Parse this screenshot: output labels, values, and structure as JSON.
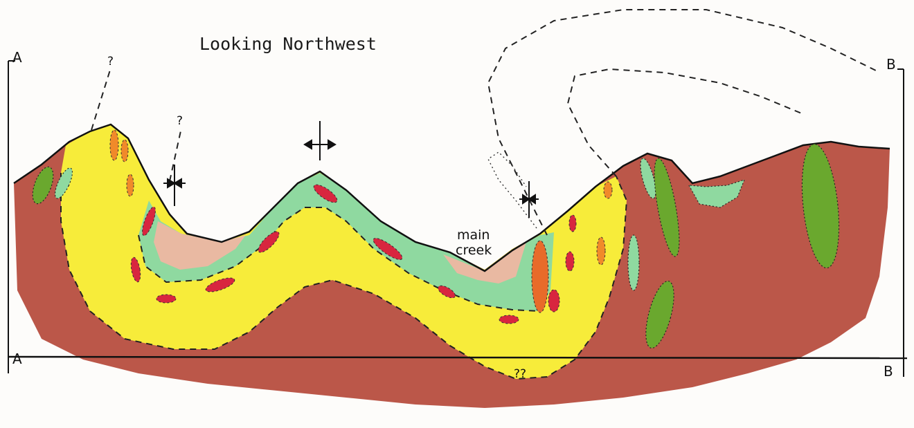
{
  "title": "Looking Northwest",
  "section_labels": {
    "top_left": "A",
    "bottom_left": "A",
    "top_right": "B",
    "bottom_right": "B"
  },
  "annotations": {
    "main_creek": [
      "main",
      "creek"
    ],
    "fault_query_left": "?",
    "fault_query_center": "?",
    "base_query": "??"
  },
  "colors": {
    "basement": "#b5493a",
    "yellow_unit": "#f7ec3a",
    "green_unit": "#8fd9a0",
    "upper_unit": "#e9b9a2",
    "red_lens": "#d8263f",
    "orange_lens": "#f08a2a",
    "green_pod": "#6aa82e"
  }
}
